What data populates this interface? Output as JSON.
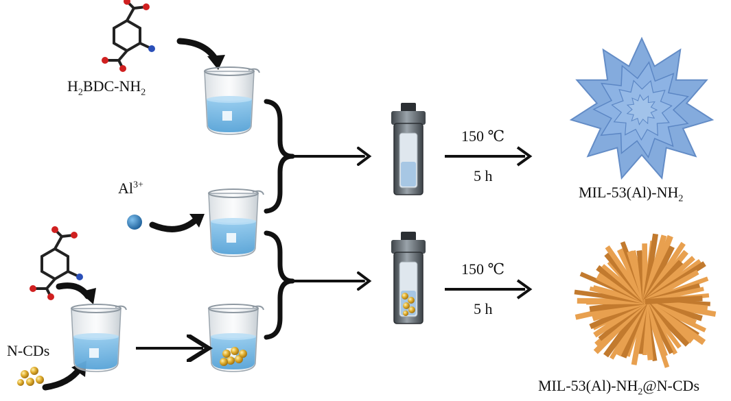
{
  "labels": {
    "linker_top": {
      "pre": "H",
      "sub1": "2",
      "mid": "BDC-NH",
      "sub2": "2"
    },
    "al_ion": {
      "base": "Al",
      "sup": "3+"
    },
    "ncds": "N-CDs",
    "condition_top": {
      "temp": "150 ℃",
      "time": "5 h"
    },
    "condition_bottom": {
      "temp": "150 ℃",
      "time": "5 h"
    },
    "product_top": {
      "pre": "MIL-53(Al)-NH",
      "sub": "2"
    },
    "product_bottom": {
      "pre": "MIL-53(Al)-NH",
      "sub": "2",
      "post": "@N-CDs"
    }
  },
  "colors": {
    "liquid": "#6fb3e0",
    "star_fill": "#7ea7dc",
    "star_stroke": "#5b86c4",
    "rods": "#e8a04f",
    "rods_dark": "#c27a2e",
    "al_dot": "#2f7fbf",
    "ncd_dot": "#d9a730",
    "arrow": "#111111",
    "reactor": "#555c63"
  }
}
